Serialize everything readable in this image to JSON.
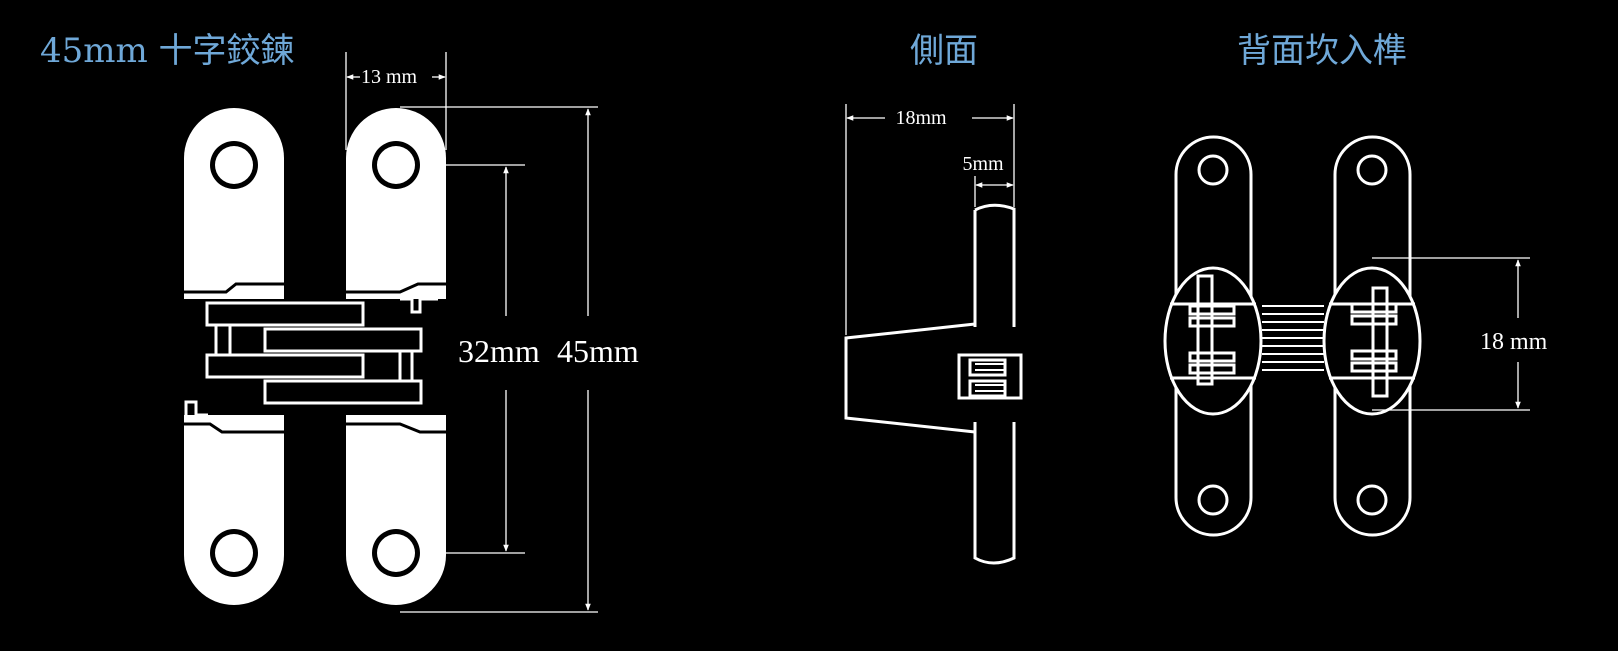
{
  "titles": {
    "main": "45mm 十字鉸鍊",
    "side": "側面",
    "back": "背面坎入榫"
  },
  "dimensions": {
    "width_13": "13 mm",
    "height_32": "32mm",
    "height_45": "45mm",
    "side_18": "18mm",
    "side_5": "5mm",
    "back_18": "18 mm"
  },
  "colors": {
    "background": "#000000",
    "title": "#6fa8d8",
    "line": "#ffffff"
  }
}
